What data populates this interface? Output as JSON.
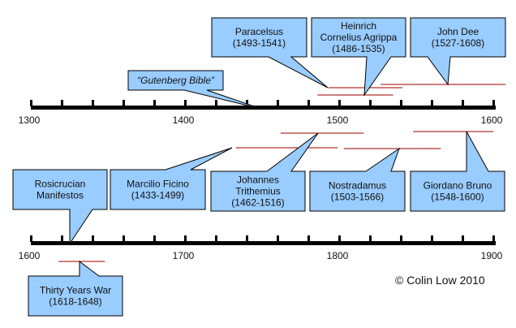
{
  "colors": {
    "box_fill": "#99ccff",
    "box_stroke": "#000000",
    "span_line": "#b03030",
    "axis": "#000000"
  },
  "timelines": [
    {
      "start": 1300,
      "end": 1600,
      "tick_step": 20,
      "labels": [
        "1300",
        "1400",
        "1500",
        "1600"
      ],
      "label_years": [
        1300,
        1400,
        1500,
        1600
      ]
    },
    {
      "start": 1600,
      "end": 1900,
      "tick_step": 20,
      "labels": [
        "1600",
        "1700",
        "1800",
        "1900"
      ],
      "label_years": [
        1600,
        1700,
        1800,
        1900
      ]
    }
  ],
  "events": [
    {
      "id": "paracelsus",
      "lines": [
        "Paracelsus",
        "(1493-1541)"
      ],
      "from": 1493,
      "to": 1541,
      "timeline": 0
    },
    {
      "id": "agrippa",
      "lines": [
        "Heinrich",
        "Cornelius Agrippa",
        "(1486-1535)"
      ],
      "from": 1486,
      "to": 1535,
      "timeline": 0
    },
    {
      "id": "john-dee",
      "lines": [
        "John Dee",
        "(1527-1608)"
      ],
      "from": 1527,
      "to": 1608,
      "timeline": 0
    },
    {
      "id": "gutenberg",
      "lines": [
        "“Gutenberg Bible”"
      ],
      "italic": true,
      "year": 1455,
      "timeline": 0
    },
    {
      "id": "ficino",
      "lines": [
        "Marcilio Ficino",
        "(1433-1499)"
      ],
      "from": 1433,
      "to": 1499,
      "timeline": 0
    },
    {
      "id": "trithemius",
      "lines": [
        "Johannes",
        "Trithemius",
        "(1462-1516)"
      ],
      "from": 1462,
      "to": 1516,
      "timeline": 0
    },
    {
      "id": "nostradamus",
      "lines": [
        "Nostradamus",
        "(1503-1566)"
      ],
      "from": 1503,
      "to": 1566,
      "timeline": 0
    },
    {
      "id": "bruno",
      "lines": [
        "Giordano Bruno",
        "(1548-1600)"
      ],
      "from": 1548,
      "to": 1600,
      "timeline": 0
    },
    {
      "id": "rosicrucian",
      "lines": [
        "Rosicrucian",
        "Manifestos"
      ],
      "year": 1614,
      "timeline": 1
    },
    {
      "id": "thirty-years-war",
      "lines": [
        "Thirty Years War",
        "(1618-1648)"
      ],
      "from": 1618,
      "to": 1648,
      "timeline": 1
    }
  ],
  "copyright": "© Colin Low 2010"
}
